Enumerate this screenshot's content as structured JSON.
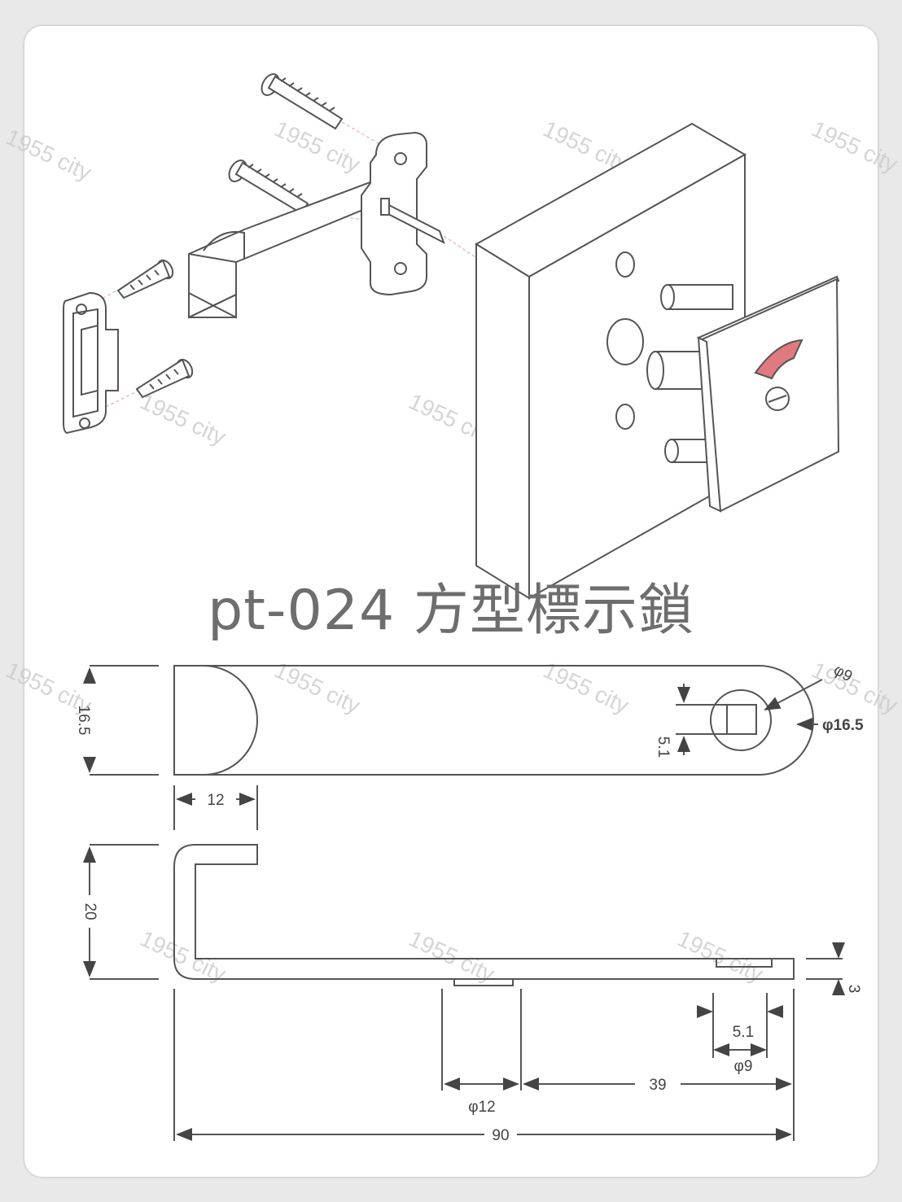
{
  "title": "pt-024 方型標示鎖",
  "watermark": "1955 city",
  "colors": {
    "indicator_red": "#e07a80",
    "line": "#555555",
    "title": "#6e6e6e"
  },
  "dimensions": {
    "height_top": "16.5",
    "bore_square": "5.1",
    "bore_round": "φ9",
    "outer_dia": "φ16.5",
    "hook_width": "12",
    "side_height": "20",
    "thickness": "3",
    "side_square": "5.1",
    "side_bore": "φ9",
    "boss_dia": "φ12",
    "offset": "39",
    "total_length": "90"
  }
}
